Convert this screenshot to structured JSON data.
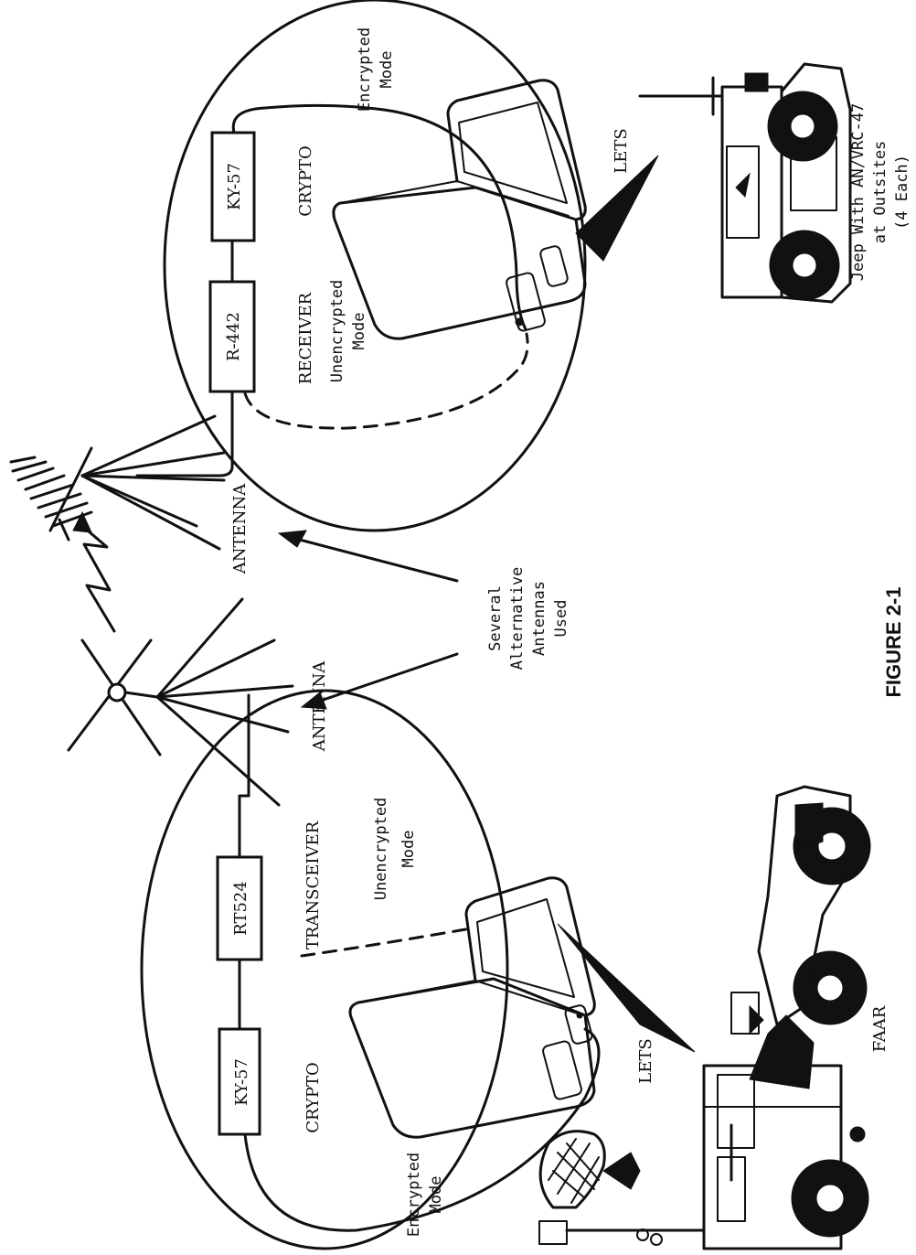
{
  "labels": {
    "left": {
      "crypto_box": "KY-57",
      "crypto": "CRYPTO",
      "radio_box": "RT524",
      "transceiver": "TRANSCEIVER",
      "unencrypted_1": "Unencrypted",
      "unencrypted_2": "Mode",
      "encrypted_1": "Encrypted",
      "encrypted_2": "Mode",
      "lets": "LETS",
      "antenna": "ANTENNA",
      "vehicle": "FAAR"
    },
    "right": {
      "radio_box": "R-442",
      "receiver": "RECEIVER",
      "crypto_box": "KY-57",
      "crypto": "CRYPTO",
      "unencrypted_1": "Unencrypted",
      "unencrypted_2": "Mode",
      "encrypted_1": "Encrypted",
      "encrypted_2": "Mode",
      "lets": "LETS",
      "antenna": "ANTENNA",
      "vehicle_1": "Jeep With AN/VRC-47",
      "vehicle_2": "at Outsites",
      "vehicle_3": "(4 Each)"
    },
    "callout": [
      "Several",
      "Alternative",
      "Antennas",
      "Used"
    ],
    "figure": "FIGURE 2-1"
  }
}
